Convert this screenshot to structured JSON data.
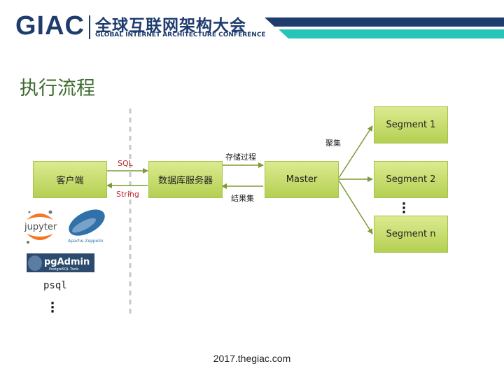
{
  "header": {
    "logo": "GIAC",
    "conf_cn": "全球互联网架构大会",
    "conf_en": "GLOBAL INTERNET ARCHITECTURE CONFERENCE"
  },
  "title": "执行流程",
  "nodes": {
    "client": "客户端",
    "db_server": "数据库服务器",
    "master": "Master",
    "seg1": "Segment 1",
    "seg2": "Segment 2",
    "segn": "Segment n"
  },
  "edges": {
    "sql": "SQL",
    "string": "String",
    "stored": "存储过程",
    "result": "结果集",
    "gather": "聚集"
  },
  "tools": {
    "jupyter": "jupyter",
    "zeppelin": "Apache Zeppelin",
    "pgadmin": "pgAdmin",
    "pgadmin_sub": "PostgreSQL Tools",
    "psql": "psql"
  },
  "footer": "2017.thegiac.com",
  "colors": {
    "navy": "#1e3c6e",
    "teal": "#27c4b8",
    "title_green": "#3e6b2f",
    "box_fill": "#c8dd72",
    "arrow_green": "#7d9a36",
    "label_red": "#c0272d"
  }
}
